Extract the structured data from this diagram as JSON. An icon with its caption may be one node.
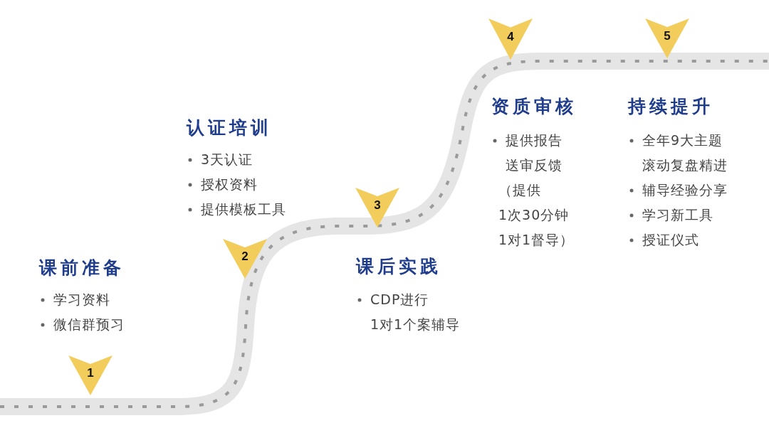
{
  "diagram": {
    "nodes": [
      {
        "text": [
          "1"
        ],
        "beside": [
          "课前准备",
          "学习资料",
          "微信群预习"
        ]
      },
      {
        "text": [
          "2"
        ],
        "beside": [
          "认证培训",
          "3天认证",
          "授权资料",
          "提供模板工具"
        ]
      },
      {
        "text": [
          "3"
        ],
        "beside": [
          "课后实践",
          "CDP进行1对1个案辅导"
        ]
      },
      {
        "text": [
          "4"
        ],
        "beside": [
          "资质审核",
          "提供报告送审反馈",
          "（提供1次30分钟1对1督导）"
        ]
      },
      {
        "text": [
          "5"
        ],
        "beside": [
          "持续提升",
          "全年9大主题滚动复盘精进",
          "辅导经验分享",
          "学习新工具",
          "授证仪式"
        ]
      }
    ]
  }
}
